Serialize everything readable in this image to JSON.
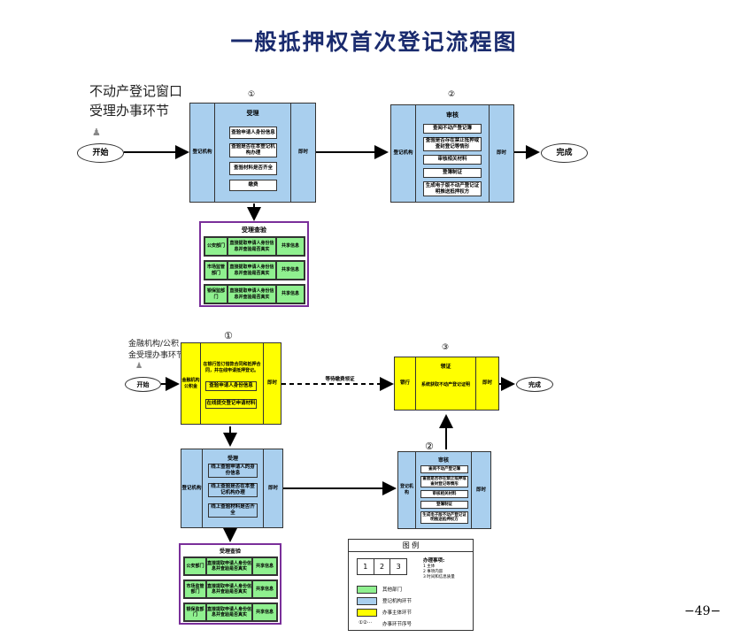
{
  "title": "一般抵押权首次登记流程图",
  "colors": {
    "blue": "#a9cfee",
    "yellow": "#ffff00",
    "green": "#8ff08f",
    "purple": "#7a2f9a",
    "title": "#1a2b6e"
  },
  "top": {
    "side_label_1": "不动产登记窗口",
    "side_label_2": "受理办事环节",
    "start": "开始",
    "end": "完成",
    "num1": "①",
    "num2": "②",
    "accept": {
      "left": "登记机构",
      "header": "受理",
      "items": [
        "查验申请人身份信息",
        "查验是否在本登记机构办理",
        "查验材料是否齐全",
        "缴费"
      ],
      "right": "即时"
    },
    "review": {
      "left": "登记机构",
      "header": "审核",
      "items": [
        "查阅不动产登记簿",
        "查验是否存在禁止抵押或查封登记等情形",
        "审核相关材料",
        "登簿制证",
        "生成电子版不动产登记证明推送抵押权方"
      ],
      "right": "即时"
    },
    "check": {
      "header": "受理查验",
      "rows": [
        {
          "dept": "公安部门",
          "desc": "直接提取申请人身份信息并查验是否真实",
          "type": "共享信息"
        },
        {
          "dept": "市场监管部门",
          "desc": "直接提取申请人身份信息并查验是否真实",
          "type": "共享信息"
        },
        {
          "dept": "银保监部门",
          "desc": "直接提取申请人身份信息并查验是否真实",
          "type": "共享信息"
        }
      ]
    }
  },
  "bottom": {
    "side_label_1": "金融机构/公积",
    "side_label_2": "金受理办事环节",
    "start": "开始",
    "end": "完成",
    "num1": "①",
    "num2": "②",
    "num3": "③",
    "wait_label": "等待缴费领证",
    "bank": {
      "left": "金融机构公积金",
      "top_text": "在银行签订借款合同和抵押合同，并在线申请抵押登记。",
      "items": [
        "查验申请人身份信息",
        "在线提交登记申请材料"
      ],
      "right": "即时"
    },
    "accept": {
      "left": "登记机构",
      "header": "受理",
      "items": [
        "线上查验申请人的身份信息",
        "线上查验是否在本登记机构办理",
        "线上查验材料是否齐全"
      ],
      "right": "即时"
    },
    "review": {
      "left": "登记机构",
      "header": "审核",
      "items": [
        "查阅不动产登记簿",
        "查验是否存在禁止抵押或查封登记等情形",
        "审核相关材料",
        "登簿制证",
        "生成电子版不动产登记证明推送抵押权方"
      ],
      "right": "即时"
    },
    "cert": {
      "left": "银行",
      "header": "领证",
      "center": "系统获取不动产登记证明",
      "right": "即时"
    },
    "check": {
      "header": "受理查验",
      "rows": [
        {
          "dept": "公安部门",
          "desc": "直接提取申请人身份信息并查验是否真实",
          "type": "共享信息"
        },
        {
          "dept": "市场监管部门",
          "desc": "直接提取申请人身份信息并查验是否真实",
          "type": "共享信息"
        },
        {
          "dept": "银保监部门",
          "desc": "直接提取申请人身份信息并查验是否真实",
          "type": "共享信息"
        }
      ]
    }
  },
  "legend": {
    "title": "图  例",
    "boxes": [
      "1",
      "2",
      "3"
    ],
    "notes_title": "办理事项:",
    "notes": [
      "1  主体",
      "2  事项内容",
      "3  时间和信息质量"
    ],
    "items": [
      {
        "label": "其他部门",
        "color": "green"
      },
      {
        "label": "登记机构环节",
        "color": "blue"
      },
      {
        "label": "办事主体环节",
        "color": "yellow"
      }
    ],
    "seq_symbol": "①②···",
    "seq_label": "办事环节序号"
  },
  "page_number": "−49−"
}
